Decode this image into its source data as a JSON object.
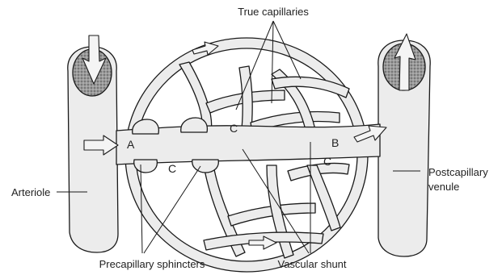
{
  "labels": {
    "true_capillaries": "True capillaries",
    "arteriole": "Arteriole",
    "postcapillary_venule": [
      "Postcapillary",
      "venule"
    ],
    "precapillary_sphincters": "Precapillary sphincters",
    "vascular_shunt": "Vascular shunt"
  },
  "letters": {
    "a": "A",
    "b": "B",
    "c": "C"
  }
}
